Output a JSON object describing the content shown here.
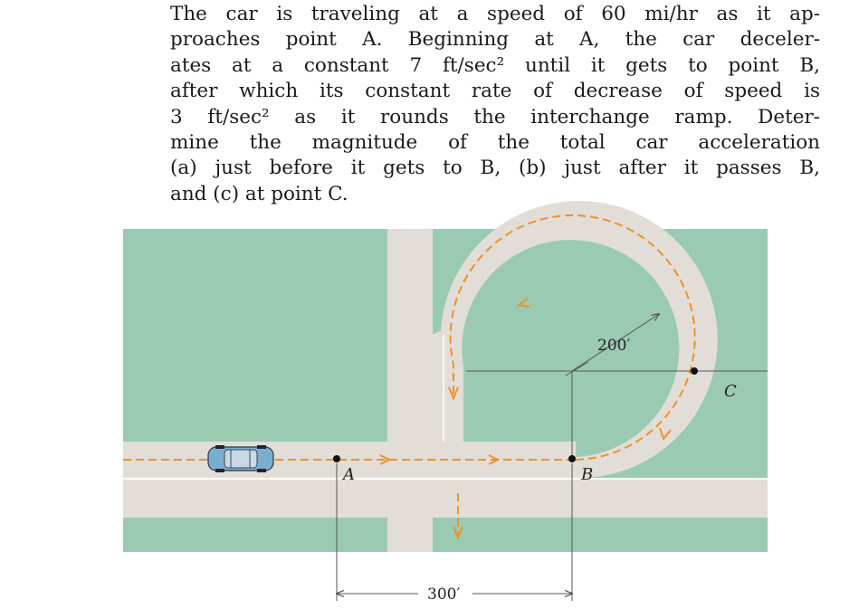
{
  "problem": {
    "lines": [
      "The car is traveling at a speed of 60 mi/hr as it ap-",
      "proaches point A. Beginning at A, the car deceler-",
      "ates at a constant 7 ft/sec² until it gets to point B,",
      "after which its constant rate of decrease of speed is",
      "3 ft/sec² as it rounds the interchange ramp. Deter-",
      "mine the magnitude of the total car acceleration",
      "(a) just before it gets to B, (b) just after it passes B,",
      "and (c) at point C."
    ]
  },
  "figure": {
    "point_labels": {
      "a": "A",
      "b": "B",
      "c": "C"
    },
    "radius_label": "200′",
    "distance_label": "300′",
    "colors": {
      "grass": "#9bcab3",
      "road": "#e2ded7",
      "path": "#f0902a",
      "lane_line": "#ffffff",
      "car_body": "#7aaed0",
      "dimension": "#555555"
    }
  }
}
